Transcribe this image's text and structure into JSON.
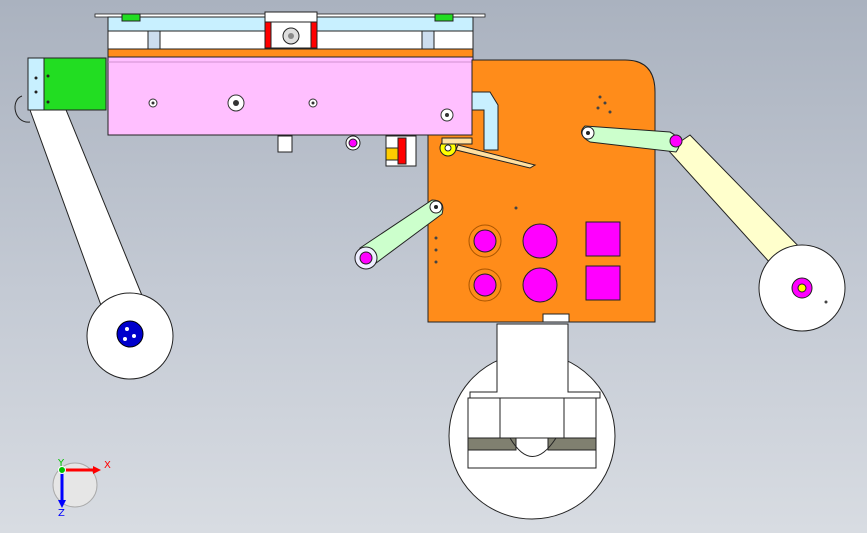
{
  "view": {
    "background_colors": [
      "#aab2bf",
      "#d8dce2"
    ]
  },
  "colors": {
    "orange_plate": "#ff8c1a",
    "pink_block": "#ffbfff",
    "green_block": "#22dd22",
    "light_blue_rail": "#c8f0ff",
    "light_yellow_belt": "#ffffcc",
    "light_green_link": "#ccffcc",
    "magenta": "#ff00ff",
    "blue_hub": "#0000cc",
    "red": "#ff0000",
    "yellow": "#ffff00",
    "outline": "#222222"
  },
  "triad": {
    "x_label": "X",
    "y_label": "Y",
    "z_label": "Z",
    "x_color": "#ff0000",
    "y_color": "#00c000",
    "z_color": "#0000ff"
  }
}
